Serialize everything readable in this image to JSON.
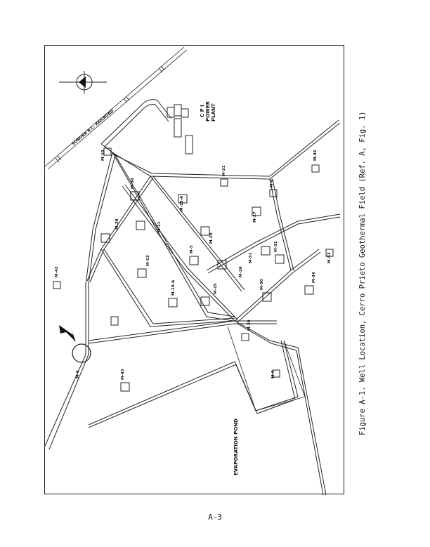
{
  "figure": {
    "caption": "Figure A-1.  Well Location, Cerro Prieto Geothermal Field (Ref. A, Fig. 1)",
    "page_number": "A-3"
  },
  "map": {
    "railroad_label": "SONORA B.C. RAILROAD",
    "power_plant_label": [
      "C P I",
      "POWER",
      "PLANT"
    ],
    "pond_label": "EVAPORATION POND",
    "wells": [
      "M-10",
      "M-46",
      "M-21",
      "M-39",
      "M-15-A",
      "M-8",
      "M-38",
      "M-27",
      "M-42",
      "M-20",
      "M-51",
      "M-11",
      "M-13",
      "M-5",
      "M-26",
      "M-19-A",
      "M-31",
      "M-53",
      "M-25",
      "M-30",
      "M-34",
      "M-29",
      "M-3",
      "M-9",
      "M-43"
    ],
    "highlighted_well": "M-3"
  }
}
